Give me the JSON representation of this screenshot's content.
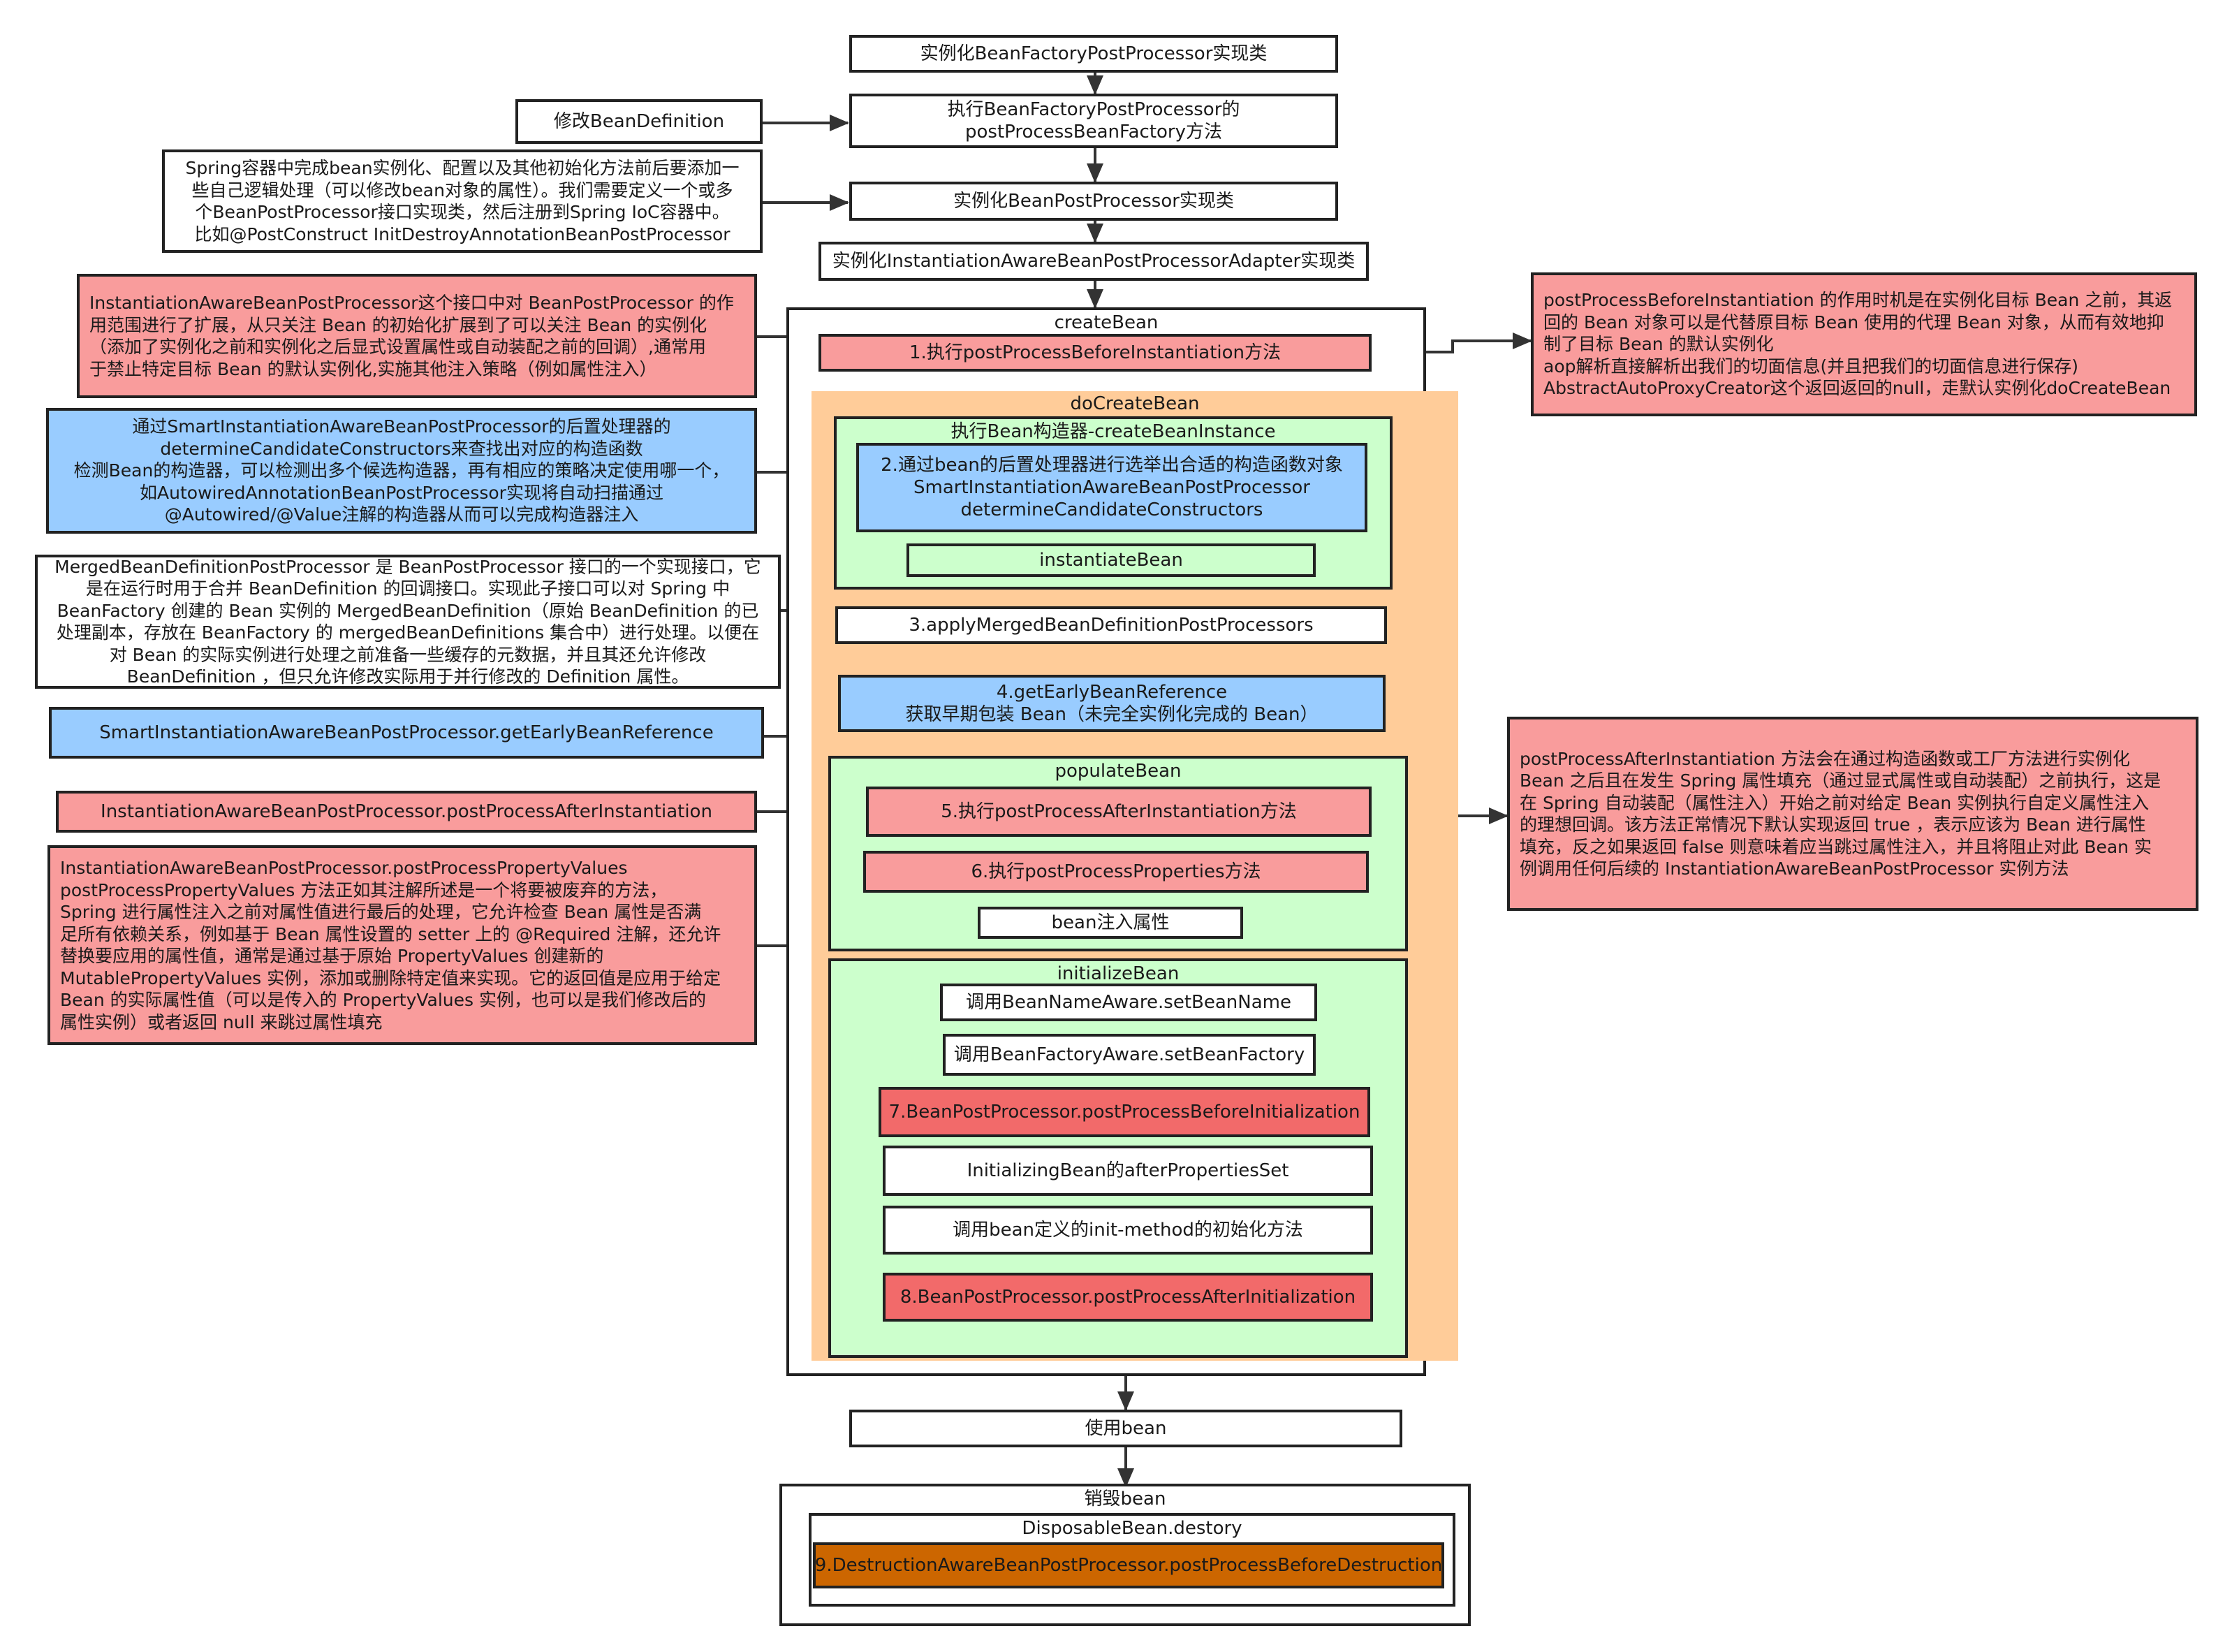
{
  "main_flow": {
    "step_instantiate_bfpp": "实例化BeanFactoryPostProcessor实现类",
    "step_exec_bfpp": [
      "执行BeanFactoryPostProcessor的",
      "postProcessBeanFactory方法"
    ],
    "step_instantiate_bpp": "实例化BeanPostProcessor实现类",
    "step_instantiate_iabppa": "实例化InstantiationAwareBeanPostProcessorAdapter实现类",
    "step_use_bean": "使用bean"
  },
  "create_bean": {
    "title": "createBean",
    "step1": "1.执行postProcessBeforeInstantiation方法",
    "do_create_bean": {
      "title": "doCreateBean",
      "create_instance": {
        "title": "执行Bean构造器-createBeanInstance",
        "step2": [
          "2.通过bean的后置处理器进行选举出合适的构造函数对象",
          "SmartInstantiationAwareBeanPostProcessor",
          "determineCandidateConstructors"
        ],
        "instantiate": "instantiateBean"
      },
      "step3": "3.applyMergedBeanDefinitionPostProcessors",
      "step4": [
        "4.getEarlyBeanReference",
        "获取早期包装 Bean（未完全实例化完成的 Bean）"
      ],
      "populate_bean": {
        "title": "populateBean",
        "step5": "5.执行postProcessAfterInstantiation方法",
        "step6": "6.执行postProcessProperties方法",
        "inject": "bean注入属性"
      },
      "initialize_bean": {
        "title": "initializeBean",
        "set_bean_name": "调用BeanNameAware.setBeanName",
        "set_bean_factory": "调用BeanFactoryAware.setBeanFactory",
        "step7": "7.BeanPostProcessor.postProcessBeforeInitialization",
        "after_props": "InitializingBean的afterPropertiesSet",
        "init_method": "调用bean定义的init-method的初始化方法",
        "step8": "8.BeanPostProcessor.postProcessAfterInitialization"
      }
    }
  },
  "destroy_bean": {
    "title": "销毁bean",
    "disposable": {
      "title": "DisposableBean.destory",
      "step9": "9.DestructionAwareBeanPostProcessor.postProcessBeforeDestruction"
    }
  },
  "notes": {
    "modify_bd": "修改BeanDefinition",
    "bpp_desc": [
      "Spring容器中完成bean实例化、配置以及其他初始化方法前后要添加一",
      "些自己逻辑处理（可以修改bean对象的属性）。我们需要定义一个或多",
      "个BeanPostProcessor接口实现类，然后注册到Spring IoC容器中。",
      "比如@PostConstruct InitDestroyAnnotationBeanPostProcessor"
    ],
    "iabpp_desc": [
      "InstantiationAwareBeanPostProcessor这个接口中对 BeanPostProcessor 的作",
      "用范围进行了扩展，从只关注 Bean 的初始化扩展到了可以关注 Bean 的实例化",
      "（添加了实例化之前和实例化之后显式设置属性或自动装配之前的回调）,通常用",
      "于禁止特定目标 Bean 的默认实例化,实施其他注入策略（例如属性注入）"
    ],
    "smart_desc": [
      "通过SmartInstantiationAwareBeanPostProcessor的后置处理器的",
      "determineCandidateConstructors来查找出对应的构造函数",
      "检测Bean的构造器，可以检测出多个候选构造器，再有相应的策略决定使用哪一个，",
      "如AutowiredAnnotationBeanPostProcessor实现将自动扫描通过",
      "@Autowired/@Value注解的构造器从而可以完成构造器注入"
    ],
    "merged_desc": [
      "MergedBeanDefinitionPostProcessor 是 BeanPostProcessor 接口的一个实现接口，它",
      "是在运行时用于合并 BeanDefinition 的回调接口。实现此子接口可以对 Spring 中",
      "BeanFactory 创建的 Bean 实例的 MergedBeanDefinition（原始 BeanDefinition 的已",
      "处理副本，存放在 BeanFactory 的 mergedBeanDefinitions 集合中）进行处理。以便在",
      "对 Bean 的实际实例进行处理之前准备一些缓存的元数据，并且其还允许修改",
      "BeanDefinition ，但只允许修改实际用于并行修改的 Definition 属性。"
    ],
    "early_ref": "SmartInstantiationAwareBeanPostProcessor.getEarlyBeanReference",
    "after_inst_ref": "InstantiationAwareBeanPostProcessor.postProcessAfterInstantiation",
    "prop_values_desc": [
      "InstantiationAwareBeanPostProcessor.postProcessPropertyValues",
      "postProcessPropertyValues 方法正如其注解所述是一个将要被废弃的方法，",
      "Spring 进行属性注入之前对属性值进行最后的处理，它允许检查 Bean 属性是否满",
      "足所有依赖关系，例如基于 Bean 属性设置的 setter 上的 @Required 注解，还允许",
      "替换要应用的属性值，通常是通过基于原始 PropertyValues 创建新的",
      "MutablePropertyValues 实例，添加或删除特定值来实现。它的返回值是应用于给定",
      "Bean 的实际属性值（可以是传入的 PropertyValues 实例，也可以是我们修改后的",
      "属性实例）或者返回 null 来跳过属性填充"
    ],
    "before_inst_desc": [
      "postProcessBeforeInstantiation 的作用时机是在实例化目标 Bean 之前，其返",
      "回的 Bean 对象可以是代替原目标 Bean 使用的代理 Bean 对象，从而有效地抑",
      "制了目标 Bean 的默认实例化",
      "aop解析直接解析出我们的切面信息(并且把我们的切面信息进行保存)",
      "AbstractAutoProxyCreator这个返回返回的null，走默认实例化doCreateBean"
    ],
    "after_inst_desc": [
      "postProcessAfterInstantiation 方法会在通过构造函数或工厂方法进行实例化",
      "Bean 之后且在发生 Spring 属性填充（通过显式属性或自动装配）之前执行，这是",
      "在 Spring 自动装配（属性注入）开始之前对给定 Bean 实例执行自定义属性注入",
      "的理想回调。该方法正常情况下默认实现返回 true ，表示应该为 Bean 进行属性",
      "填充，反之如果返回 false 则意味着应当跳过属性注入，并且将阻止对此 Bean 实",
      "例调用任何后续的 InstantiationAwareBeanPostProcessor 实例方法"
    ]
  },
  "colors": {
    "pink": "#f99c9c",
    "blue": "#99ccff",
    "green": "#ccffcc",
    "orange": "#ffcc99",
    "red": "#f26a6a",
    "brown": "#cc6600"
  }
}
